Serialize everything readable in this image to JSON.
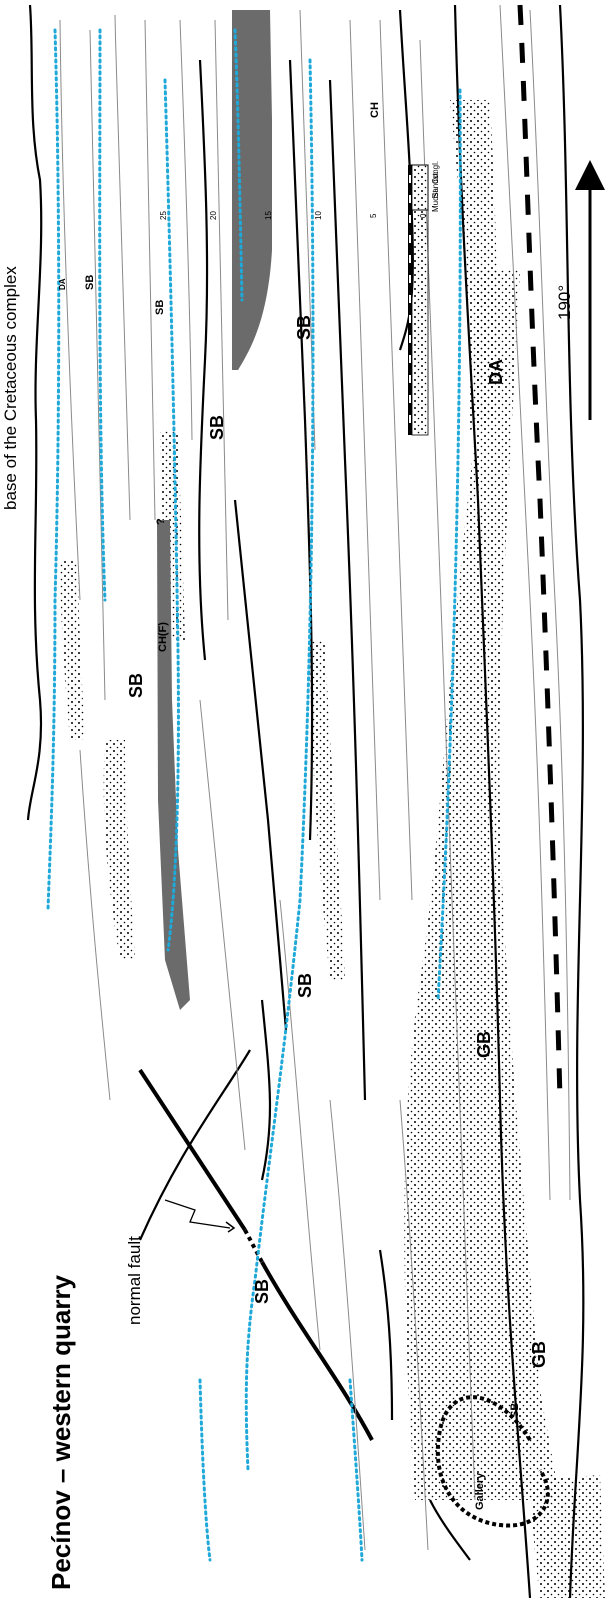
{
  "title": "Pecínov – western quarry",
  "labels": {
    "base": "base of the Cretaceous complex",
    "fault": "normal fault",
    "orientation": "190°"
  },
  "units": {
    "sb": "SB",
    "gb": "GB",
    "da": "DA",
    "ch": "CH",
    "chf": "CH(F)",
    "gallery": "Gallery",
    "query": "?"
  },
  "log": {
    "ticks": [
      "0",
      "5",
      "10",
      "15",
      "20",
      "25"
    ],
    "grain_labels": [
      "Mudst.",
      "Sandst.",
      "Congl."
    ]
  },
  "colors": {
    "line": "#000000",
    "sequence_boundary": "#1fa8d8",
    "dark_fill": "#6b6b6b",
    "light_line": "#8a8a8a"
  }
}
